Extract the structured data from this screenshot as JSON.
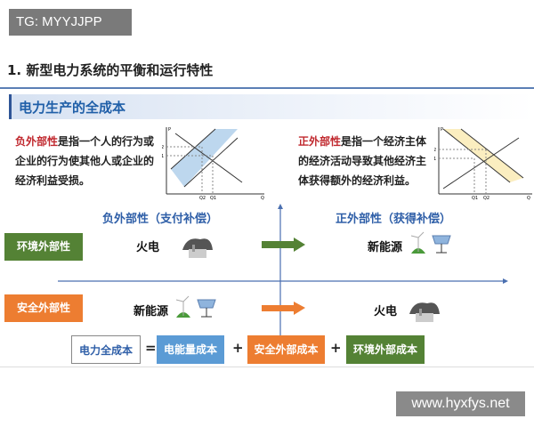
{
  "watermark_top": "TG: MYYJJPP",
  "title": "1. 新型电力系统的平衡和运行特性",
  "section_title": "电力生产的全成本",
  "negative": {
    "term": "负外部性",
    "text": "是指一个人的行为或企业的行为使其他人或企业的经济利益受损。"
  },
  "positive": {
    "term": "正外部性",
    "text": "是指一个经济主体的经济活动导致其他经济主体获得额外的经济利益。"
  },
  "chart_axes": {
    "p": "P",
    "q": "Q",
    "p1": "P1",
    "p2": "P2",
    "q1": "Q1",
    "q2": "Q2"
  },
  "quadrant": {
    "neg_heading": "负外部性（支付补偿）",
    "pos_heading": "正外部性（获得补偿）",
    "env_label": "环境外部性",
    "safety_label": "安全外部性",
    "env_left": "火电",
    "env_right": "新能源",
    "safety_left": "新能源",
    "safety_right": "火电"
  },
  "equation": {
    "total": "电力全成本",
    "eq": "=",
    "energy": "电能量成本",
    "plus1": "+",
    "safety": "安全外部成本",
    "plus2": "+",
    "env": "环境外部成本"
  },
  "colors": {
    "green": "#548235",
    "orange": "#ed7d31",
    "blue": "#5b9bd5",
    "axis": "#4a6fb0",
    "red": "#c0282e"
  },
  "watermark_bottom": "www.hyxfys.net"
}
